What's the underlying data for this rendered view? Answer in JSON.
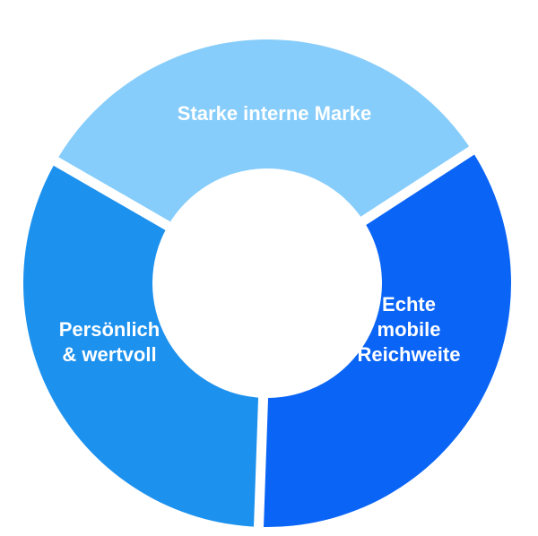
{
  "segments": [
    {
      "id": "starke-interne-marke",
      "lines": [
        "Starke interne Marke"
      ],
      "color": "#87cdfb"
    },
    {
      "id": "echte-mobile-reichweite",
      "lines": [
        "Echte",
        "mobile",
        "Reichweite"
      ],
      "color": "#0a64f6"
    },
    {
      "id": "persoenlich-wertvoll",
      "lines": [
        "Persönlich",
        "& wertvoll"
      ],
      "color": "#1d91ee"
    }
  ],
  "gap_color": "#ffffff"
}
